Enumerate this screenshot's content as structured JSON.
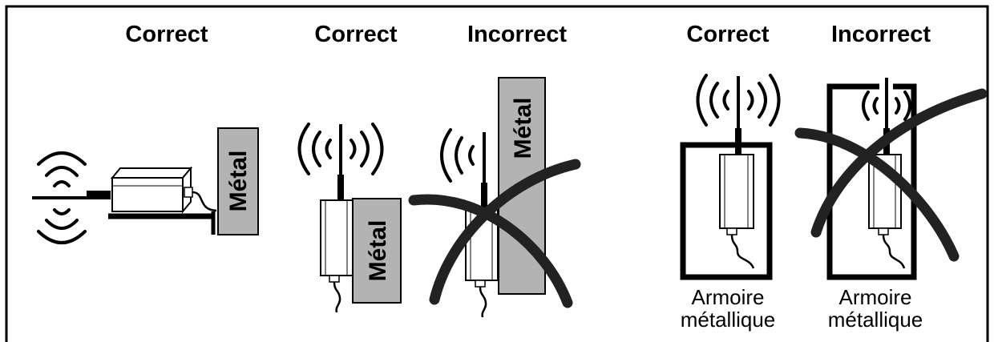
{
  "headings": {
    "scene1": "Correct",
    "scene2": "Correct",
    "scene3": "Incorrect",
    "scene4": "Correct",
    "scene5": "Incorrect"
  },
  "labels": {
    "metal": "Métal",
    "cabinet_line1": "Armoire",
    "cabinet_line2": "métallique"
  },
  "colors": {
    "metal_fill": "#b3b3b3",
    "cross": "#222222",
    "frame": "#000000"
  },
  "verdicts": [
    "correct",
    "correct",
    "incorrect",
    "correct",
    "incorrect"
  ],
  "icons": [
    "radio-wave-icon",
    "antenna-icon",
    "transmitter-icon",
    "cross-out-icon"
  ]
}
